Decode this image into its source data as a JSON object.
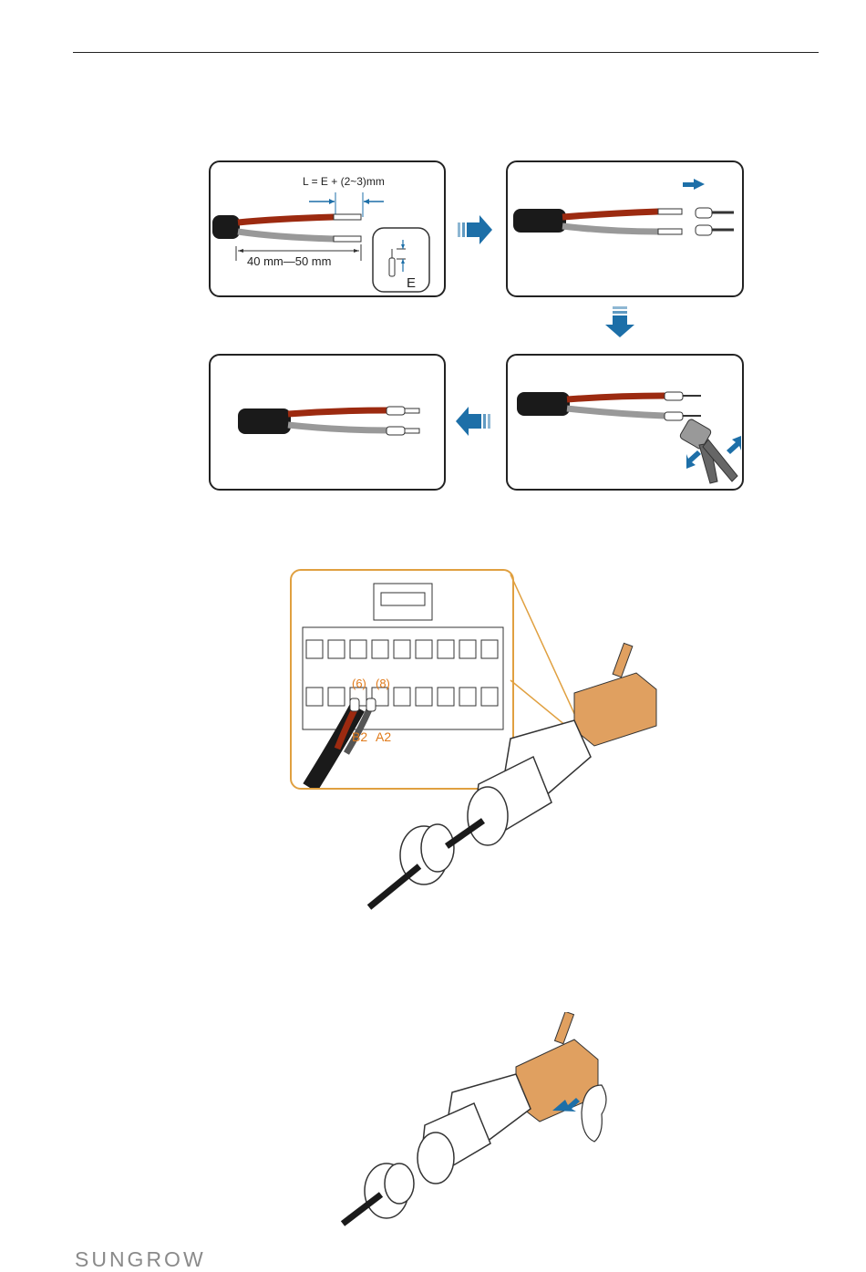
{
  "step1": {
    "formula": "L = E + (2~3)mm",
    "strip_length": "40 mm—50 mm",
    "ferrule_label": "E"
  },
  "wiring": {
    "pin_a": "(6)",
    "pin_b": "(8)",
    "wire_b": "B2",
    "wire_a": "A2"
  },
  "footer": {
    "logo": "SUNGROW"
  },
  "colors": {
    "arrow_blue": "#1d6fa8",
    "detail_border": "#e0a040",
    "terminal_orange": "#e0a060",
    "wire_red": "#9c2a10"
  }
}
